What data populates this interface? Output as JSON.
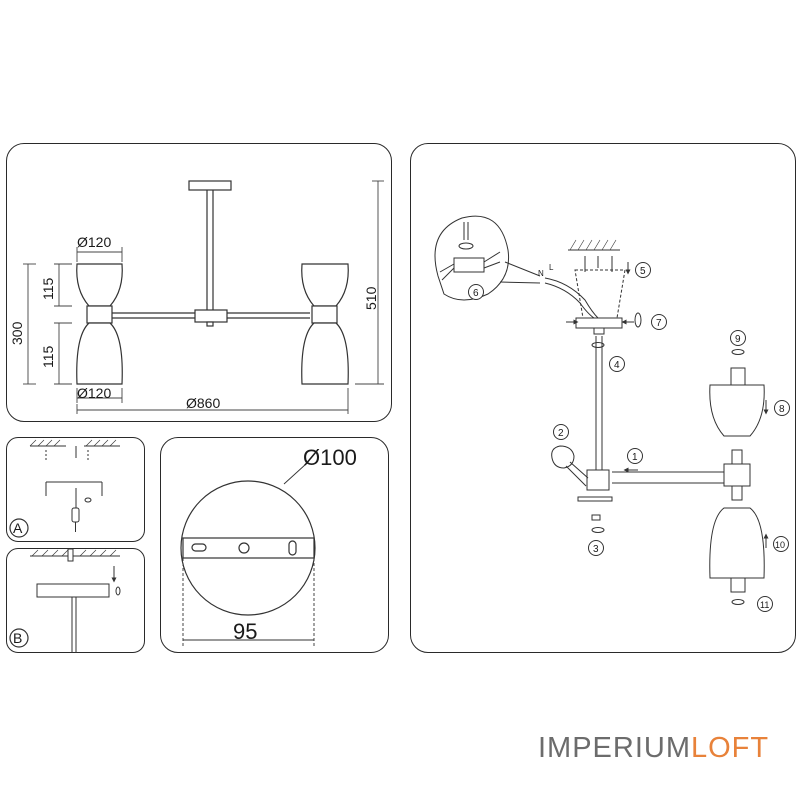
{
  "dimensions": {
    "top_diameter": "Ø120",
    "bottom_diameter": "Ø120",
    "span": "Ø860",
    "upper_shade_height": "115",
    "lower_shade_height": "115",
    "body_height": "300",
    "total_height": "510",
    "canopy_diameter": "Ø100",
    "plate_width": "95"
  },
  "step_labels": {
    "a": "A",
    "b": "B"
  },
  "assembly_steps": [
    "1",
    "2",
    "3",
    "4",
    "5",
    "6",
    "7",
    "8",
    "9",
    "10",
    "11"
  ],
  "wiring": {
    "l": "L",
    "n": "N"
  },
  "brand": {
    "part1": "IMPERIUM",
    "part2": "LOFT",
    "colors": {
      "part1": "#6c6c6c",
      "part2": "#e8823a"
    }
  }
}
